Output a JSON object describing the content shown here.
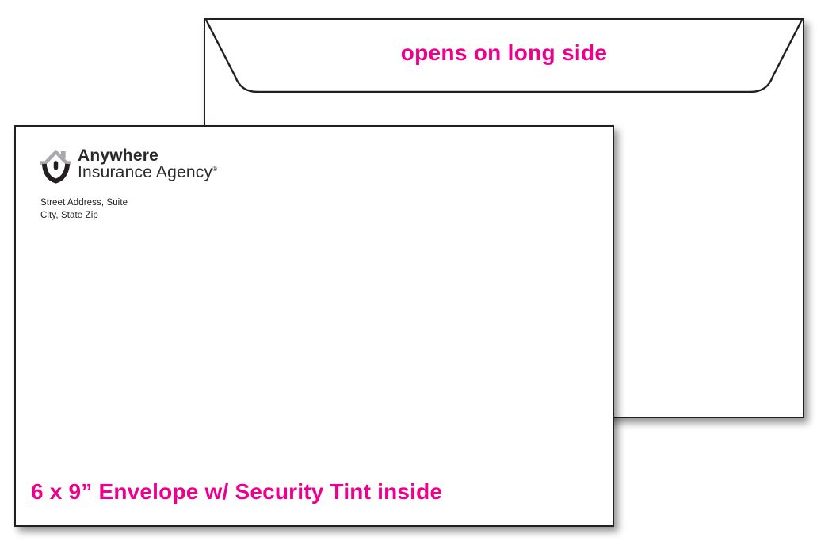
{
  "back_envelope": {
    "flap_label": "opens on long side"
  },
  "front_envelope": {
    "logo": {
      "icon": "house-shield-icon",
      "brand_line1": "Anywhere",
      "brand_line2": "Insurance Agency",
      "trademark": "®"
    },
    "address": {
      "line1": "Street Address, Suite",
      "line2": "City, State Zip"
    },
    "caption": "6 x 9” Envelope w/ Security Tint inside"
  },
  "colors": {
    "accent_pink": "#ec008c",
    "ink": "#231f20",
    "roof_gray": "#a7a9ac",
    "paper": "#ffffff"
  }
}
